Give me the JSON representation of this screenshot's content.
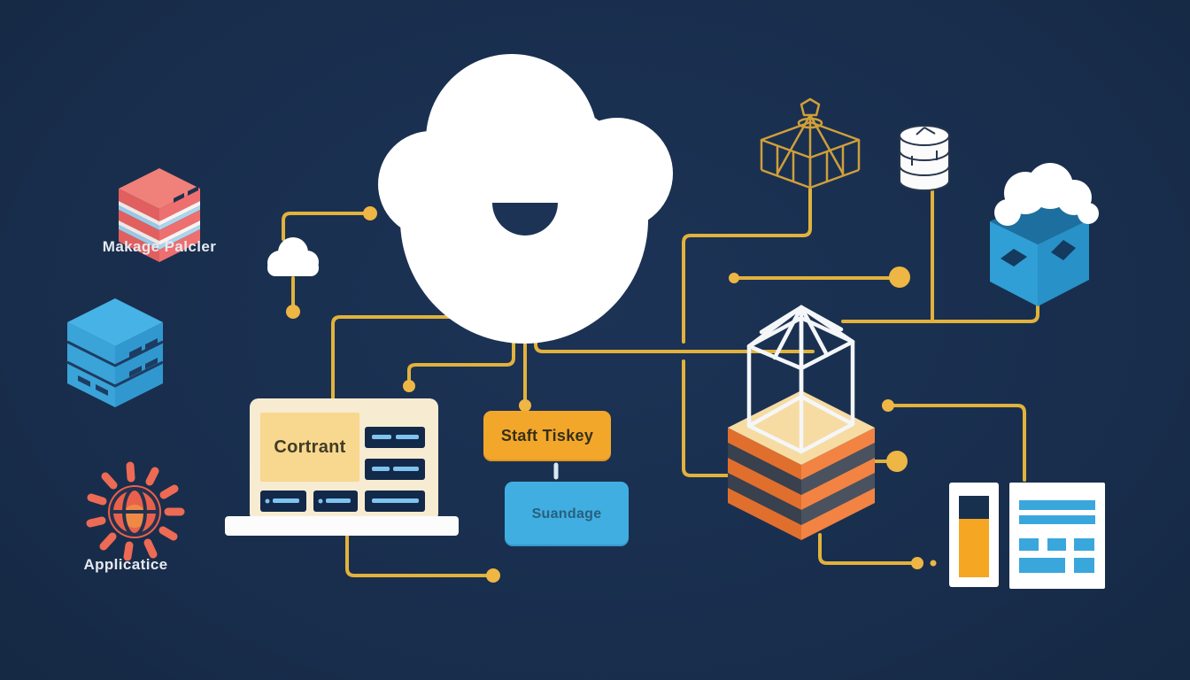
{
  "scene": {
    "background_color": "#182d4b",
    "connector_color": "#e2b23c",
    "dot_color": "#eeb644"
  },
  "left_column": {
    "storage_icon_label": "Makage Palcler",
    "application_icon_label": "Applicatice"
  },
  "laptop": {
    "screen_title": "Cortrant"
  },
  "flow_boxes": {
    "task_box_label": "Staft Tiskey",
    "storage_box_label": "Suandage"
  },
  "palette": {
    "task_box_orange": "#f3a72a",
    "storage_box_blue": "#41aee2",
    "stack_orange": "#ee7a35",
    "stack_dark": "#3e4655",
    "document_bar_blue": "#3aa7dc",
    "gauge_orange": "#f5a623",
    "storage_icon_red": "#ee6f6f",
    "server_icon_blue": "#3aa3d8",
    "cloud_white": "#ffffff",
    "wirebox_gold": "#cf9f3a"
  }
}
